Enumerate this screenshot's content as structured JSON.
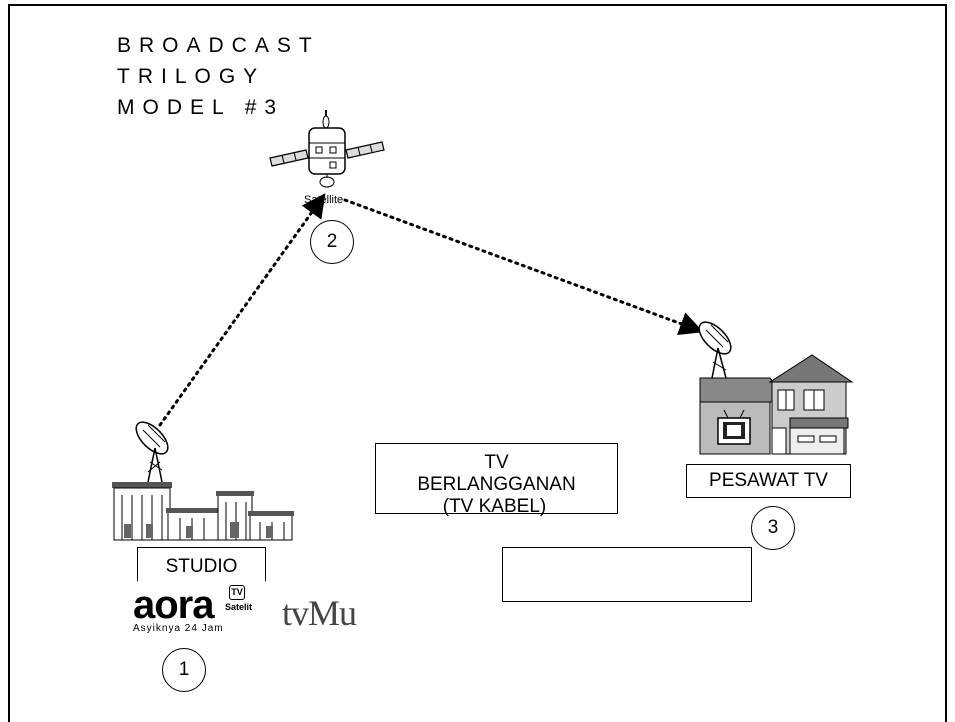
{
  "title_lines": [
    "BROADCAST",
    "TRILOGY",
    "MODEL #3"
  ],
  "satellite_label": "Satellite",
  "nodes": {
    "studio": {
      "label": "STUDIO",
      "number": "1"
    },
    "satellite": {
      "number": "2"
    },
    "receiver": {
      "label": "PESAWAT TV",
      "number": "3"
    }
  },
  "center_box": {
    "line1": "TV",
    "line2": "BERLANGGANAN",
    "line3": "(TV KABEL)"
  },
  "empty_box": {
    "text": ""
  },
  "logos": {
    "aora_word": "aora",
    "aora_tv": "TV",
    "aora_sat": "Satelit",
    "aora_tagline": "Asyiknya 24 Jam",
    "tvmu": "tvMu"
  }
}
